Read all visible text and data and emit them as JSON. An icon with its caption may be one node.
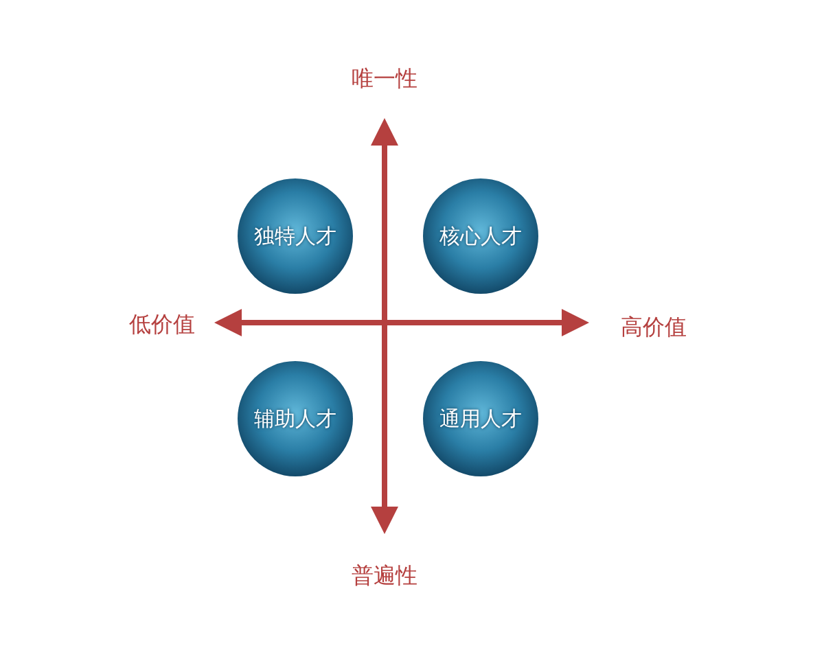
{
  "diagram": {
    "nodes": [
      {
        "text": [
          "独特人才"
        ]
      },
      {
        "text": [
          "核心人才"
        ]
      },
      {
        "text": [
          "辅助人才"
        ]
      },
      {
        "text": [
          "通用人才"
        ]
      }
    ],
    "labels": [
      "唯一性",
      "低价值",
      "高价值",
      "普遍性"
    ]
  }
}
